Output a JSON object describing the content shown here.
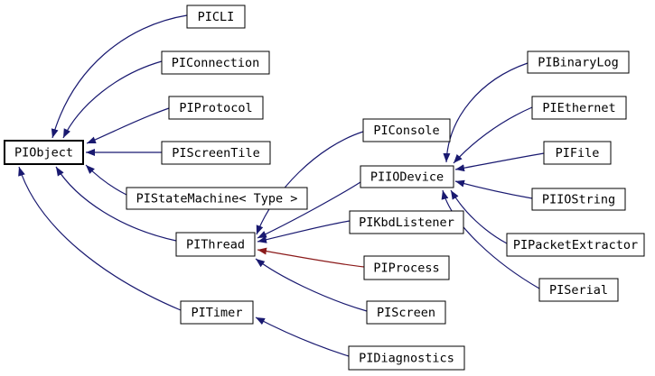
{
  "diagram": {
    "kind": "class-inheritance-graph",
    "background": "#ffffff",
    "colors": {
      "public_inheritance": "#191970",
      "private_inheritance": "#8b1a1a",
      "node_border": "#000000",
      "node_fill": "#ffffff",
      "node_text": "#000000"
    },
    "nodes": [
      {
        "id": "piobject",
        "label": "PIObject"
      },
      {
        "id": "picli",
        "label": "PICLI"
      },
      {
        "id": "piconnection",
        "label": "PIConnection"
      },
      {
        "id": "piprotocol",
        "label": "PIProtocol"
      },
      {
        "id": "piscreentile",
        "label": "PIScreenTile"
      },
      {
        "id": "pistatemachine",
        "label": "PIStateMachine< Type >"
      },
      {
        "id": "pithread",
        "label": "PIThread"
      },
      {
        "id": "pitimer",
        "label": "PITimer"
      },
      {
        "id": "piconsole",
        "label": "PIConsole"
      },
      {
        "id": "piiodevice",
        "label": "PIIODevice"
      },
      {
        "id": "pikbdlistener",
        "label": "PIKbdListener"
      },
      {
        "id": "piprocess",
        "label": "PIProcess"
      },
      {
        "id": "piscreen",
        "label": "PIScreen"
      },
      {
        "id": "pibinarylog",
        "label": "PIBinaryLog"
      },
      {
        "id": "piethernet",
        "label": "PIEthernet"
      },
      {
        "id": "pifile",
        "label": "PIFile"
      },
      {
        "id": "piiostring",
        "label": "PIIOString"
      },
      {
        "id": "pipacketextractor",
        "label": "PIPacketExtractor"
      },
      {
        "id": "piserial",
        "label": "PISerial"
      },
      {
        "id": "pidiagnostics",
        "label": "PIDiagnostics"
      }
    ],
    "edges": [
      {
        "from": "picli",
        "to": "piobject",
        "relation": "public"
      },
      {
        "from": "piconnection",
        "to": "piobject",
        "relation": "public"
      },
      {
        "from": "piprotocol",
        "to": "piobject",
        "relation": "public"
      },
      {
        "from": "piscreentile",
        "to": "piobject",
        "relation": "public"
      },
      {
        "from": "pistatemachine",
        "to": "piobject",
        "relation": "public"
      },
      {
        "from": "pithread",
        "to": "piobject",
        "relation": "public"
      },
      {
        "from": "pitimer",
        "to": "piobject",
        "relation": "public"
      },
      {
        "from": "piconsole",
        "to": "pithread",
        "relation": "public"
      },
      {
        "from": "piiodevice",
        "to": "pithread",
        "relation": "public"
      },
      {
        "from": "pikbdlistener",
        "to": "pithread",
        "relation": "public"
      },
      {
        "from": "piprocess",
        "to": "pithread",
        "relation": "private"
      },
      {
        "from": "piscreen",
        "to": "pithread",
        "relation": "public"
      },
      {
        "from": "pibinarylog",
        "to": "piiodevice",
        "relation": "public"
      },
      {
        "from": "piethernet",
        "to": "piiodevice",
        "relation": "public"
      },
      {
        "from": "pifile",
        "to": "piiodevice",
        "relation": "public"
      },
      {
        "from": "piiostring",
        "to": "piiodevice",
        "relation": "public"
      },
      {
        "from": "pipacketextractor",
        "to": "piiodevice",
        "relation": "public"
      },
      {
        "from": "piserial",
        "to": "piiodevice",
        "relation": "public"
      },
      {
        "from": "pidiagnostics",
        "to": "pitimer",
        "relation": "public"
      }
    ]
  }
}
